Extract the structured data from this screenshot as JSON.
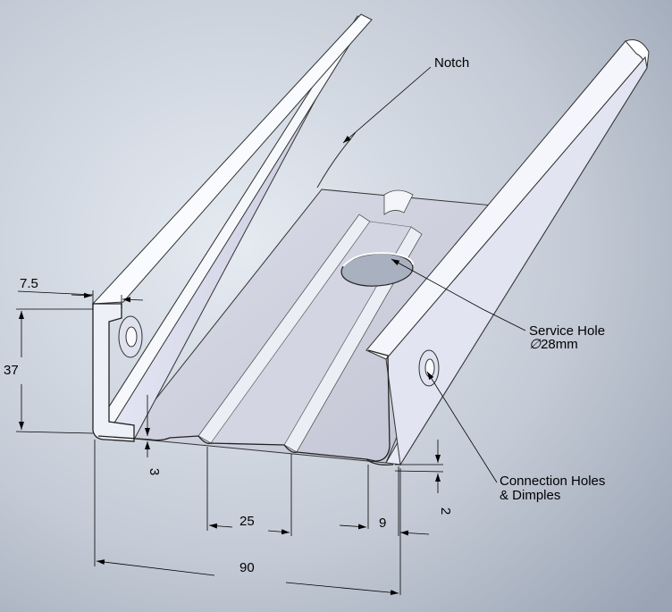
{
  "callouts": {
    "notch": "Notch",
    "service_hole": "Service Hole",
    "service_hole_diameter": "28mm",
    "connection_line1": "Connection Holes",
    "connection_line2": "& Dimples"
  },
  "dimensions": {
    "lip_width": "7.5",
    "flange_height": "37",
    "groove_depth": "3",
    "rib_spacing": "25",
    "edge_offset": "9",
    "edge_step": "2",
    "overall_width": "90"
  },
  "colors": {
    "background_light": "#dde4ee",
    "background_dark": "#9aa4b4",
    "metal_light": "#f2f3fa",
    "metal_mid": "#d6d8e6",
    "metal_dark": "#aeb0c4",
    "outline": "#2a2a2a"
  },
  "icons": {
    "diameter_symbol": "diameter-symbol-icon"
  }
}
